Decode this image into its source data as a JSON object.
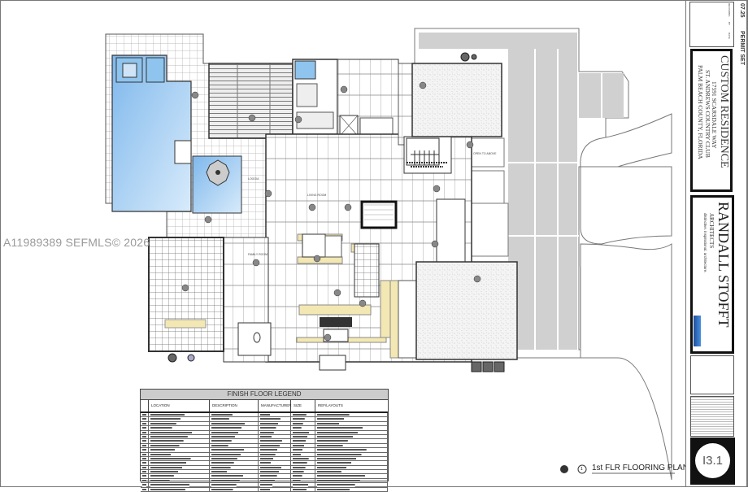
{
  "watermark": "A11989389  SEFMLS© 2026",
  "plan": {
    "title": "1st FLR FLOORING PLAN",
    "number": "1",
    "room_labels": [
      "LIVING ROOM",
      "FAMILY ROOM",
      "LOGGIA",
      "OPEN TO ABOVE"
    ]
  },
  "legend": {
    "title": "FINISH FLOOR LEGEND",
    "headers": [
      "LOCATION",
      "DESCRIPTION",
      "MANUFACTURER",
      "SIZE",
      "REF/LAYOUTS"
    ]
  },
  "title_block": {
    "status": "PERMIT SET",
    "date": "07.25",
    "revisions_headers": [
      "REVISIONS",
      "BY",
      "DATE"
    ],
    "project_name": "CUSTOM RESIDENCE",
    "address_lines": [
      "17591 SCARSDALE WAY",
      "ST. ANDREWS COUNTRY CLUB",
      "PALM BEACH COUNTY, FLORIDA"
    ],
    "architect": "RANDALL STOFFT",
    "architect_sub": "ARCHITECTS",
    "tagline": "distinctive. inspirational. architecture.",
    "sheet_number": "I3.1"
  },
  "colors": {
    "pool": "#8ec4ee",
    "cabinetry": "#f3e7b3",
    "driveway": "#d0d0d0",
    "logo_blue": "#2a6fc0"
  }
}
